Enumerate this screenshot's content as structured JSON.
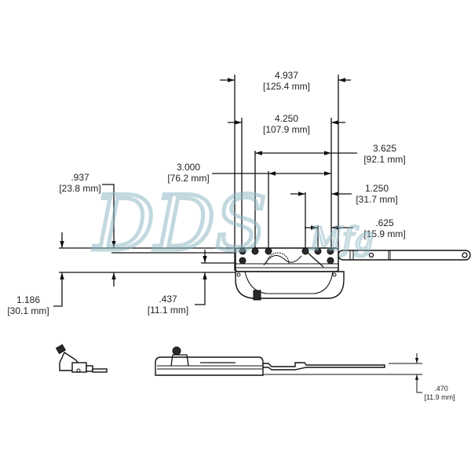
{
  "drawing": {
    "title": "Casement window operator dimension drawing",
    "watermark": {
      "main": "DDS",
      "sub": "Mfg"
    },
    "dimensions": {
      "overall_width": {
        "inch": "4.937",
        "mm": "[125.4 mm]"
      },
      "mount_width": {
        "inch": "4.250",
        "mm": "[107.9 mm]"
      },
      "hole_spacing_a": {
        "inch": "3.625",
        "mm": "[92.1 mm]"
      },
      "hole_spacing_b": {
        "inch": "3.000",
        "mm": "[76.2 mm]"
      },
      "offset_a": {
        "inch": "1.250",
        "mm": "[31.7 mm]"
      },
      "offset_b": {
        "inch": ".625",
        "mm": "[15.9 mm]"
      },
      "height_top": {
        "inch": ".937",
        "mm": "[23.8 mm]"
      },
      "height_overall": {
        "inch": "1.186",
        "mm": "[30.1 mm]"
      },
      "height_base": {
        "inch": ".437",
        "mm": "[11.1 mm]"
      },
      "arm_thickness": {
        "inch": ".470",
        "mm": "[11.9 mm]"
      }
    }
  }
}
